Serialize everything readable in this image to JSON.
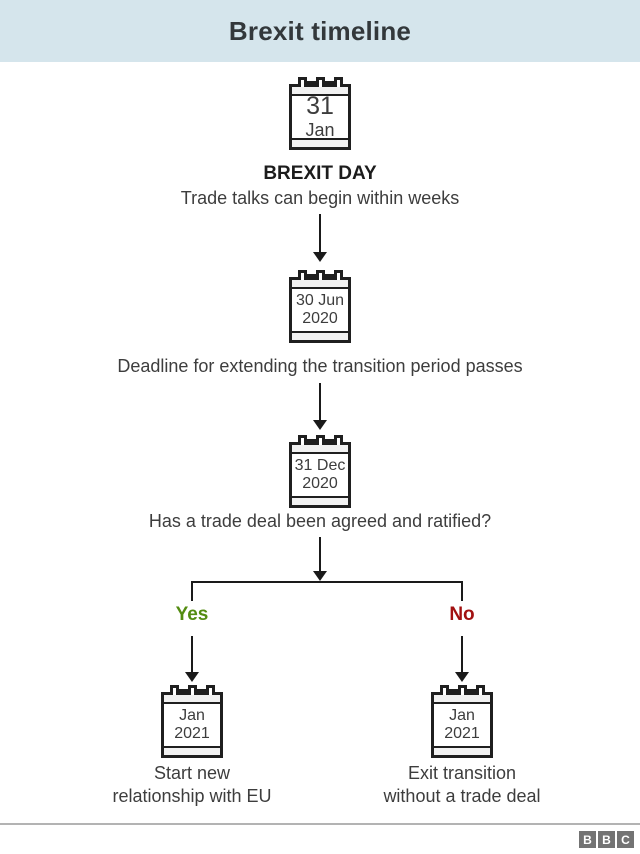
{
  "header": {
    "title": "Brexit timeline",
    "bg_color": "#d5e5ec"
  },
  "steps": [
    {
      "calendar": {
        "line1": "31",
        "line2": "Jan"
      },
      "title": "BREXIT DAY",
      "caption": "Trade talks can begin within weeks"
    },
    {
      "calendar": {
        "line1": "30 Jun",
        "line2": "2020"
      },
      "caption": "Deadline for extending the transition period passes"
    },
    {
      "calendar": {
        "line1": "31 Dec",
        "line2": "2020"
      },
      "caption": "Has a trade deal been agreed and ratified?"
    }
  ],
  "branch": {
    "yes": {
      "label": "Yes",
      "color": "#538c11"
    },
    "no": {
      "label": "No",
      "color": "#a21111"
    }
  },
  "outcomes": [
    {
      "calendar": {
        "line1": "Jan",
        "line2": "2021"
      },
      "caption_line1": "Start new",
      "caption_line2": "relationship with EU"
    },
    {
      "calendar": {
        "line1": "Jan",
        "line2": "2021"
      },
      "caption_line1": "Exit transition",
      "caption_line2": "without a trade deal"
    }
  ],
  "footer": {
    "logo_letters": [
      "B",
      "B",
      "C"
    ]
  }
}
